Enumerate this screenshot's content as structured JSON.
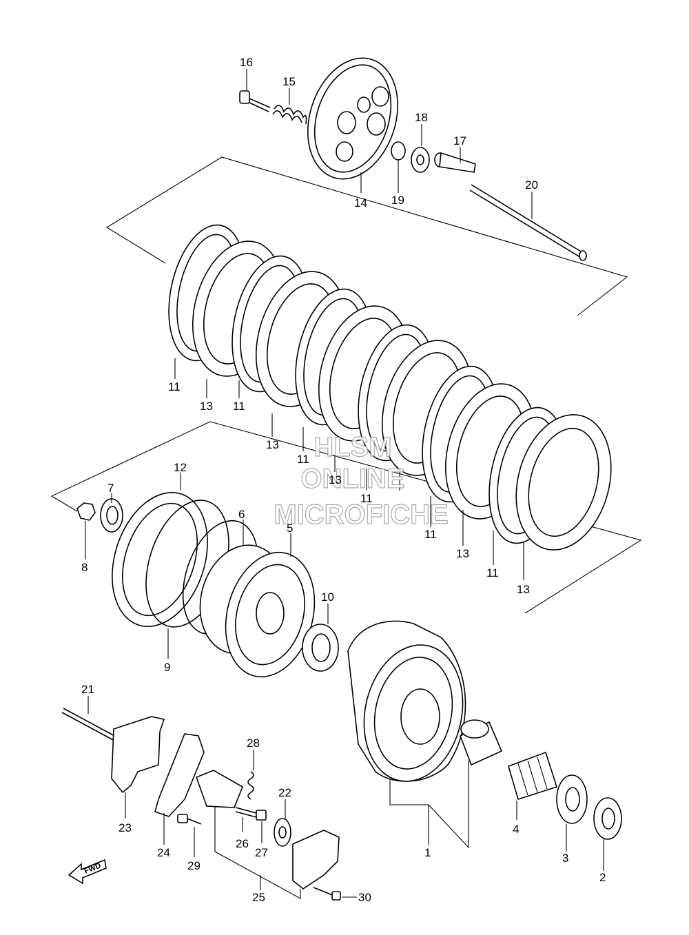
{
  "watermark": {
    "line1": "HLSM",
    "line2": "ONLINE",
    "line3": "MICROFICHE"
  },
  "direction_label": "FWD",
  "callouts": {
    "c1": "1",
    "c2": "2",
    "c3": "3",
    "c4": "4",
    "c5": "5",
    "c6": "6",
    "c7": "7",
    "c8": "8",
    "c9": "9",
    "c10": "10",
    "c11a": "11",
    "c11b": "11",
    "c11c": "11",
    "c11d": "11",
    "c11e": "11",
    "c11f": "11",
    "c12": "12",
    "c13a": "13",
    "c13b": "13",
    "c13c": "13",
    "c13d": "13",
    "c13e": "13",
    "c14": "14",
    "c15": "15",
    "c16": "16",
    "c17": "17",
    "c18": "18",
    "c19": "19",
    "c20": "20",
    "c21": "21",
    "c22": "22",
    "c23": "23",
    "c24": "24",
    "c25": "25",
    "c26": "26",
    "c27": "27",
    "c28": "28",
    "c29": "29",
    "c30": "30"
  }
}
